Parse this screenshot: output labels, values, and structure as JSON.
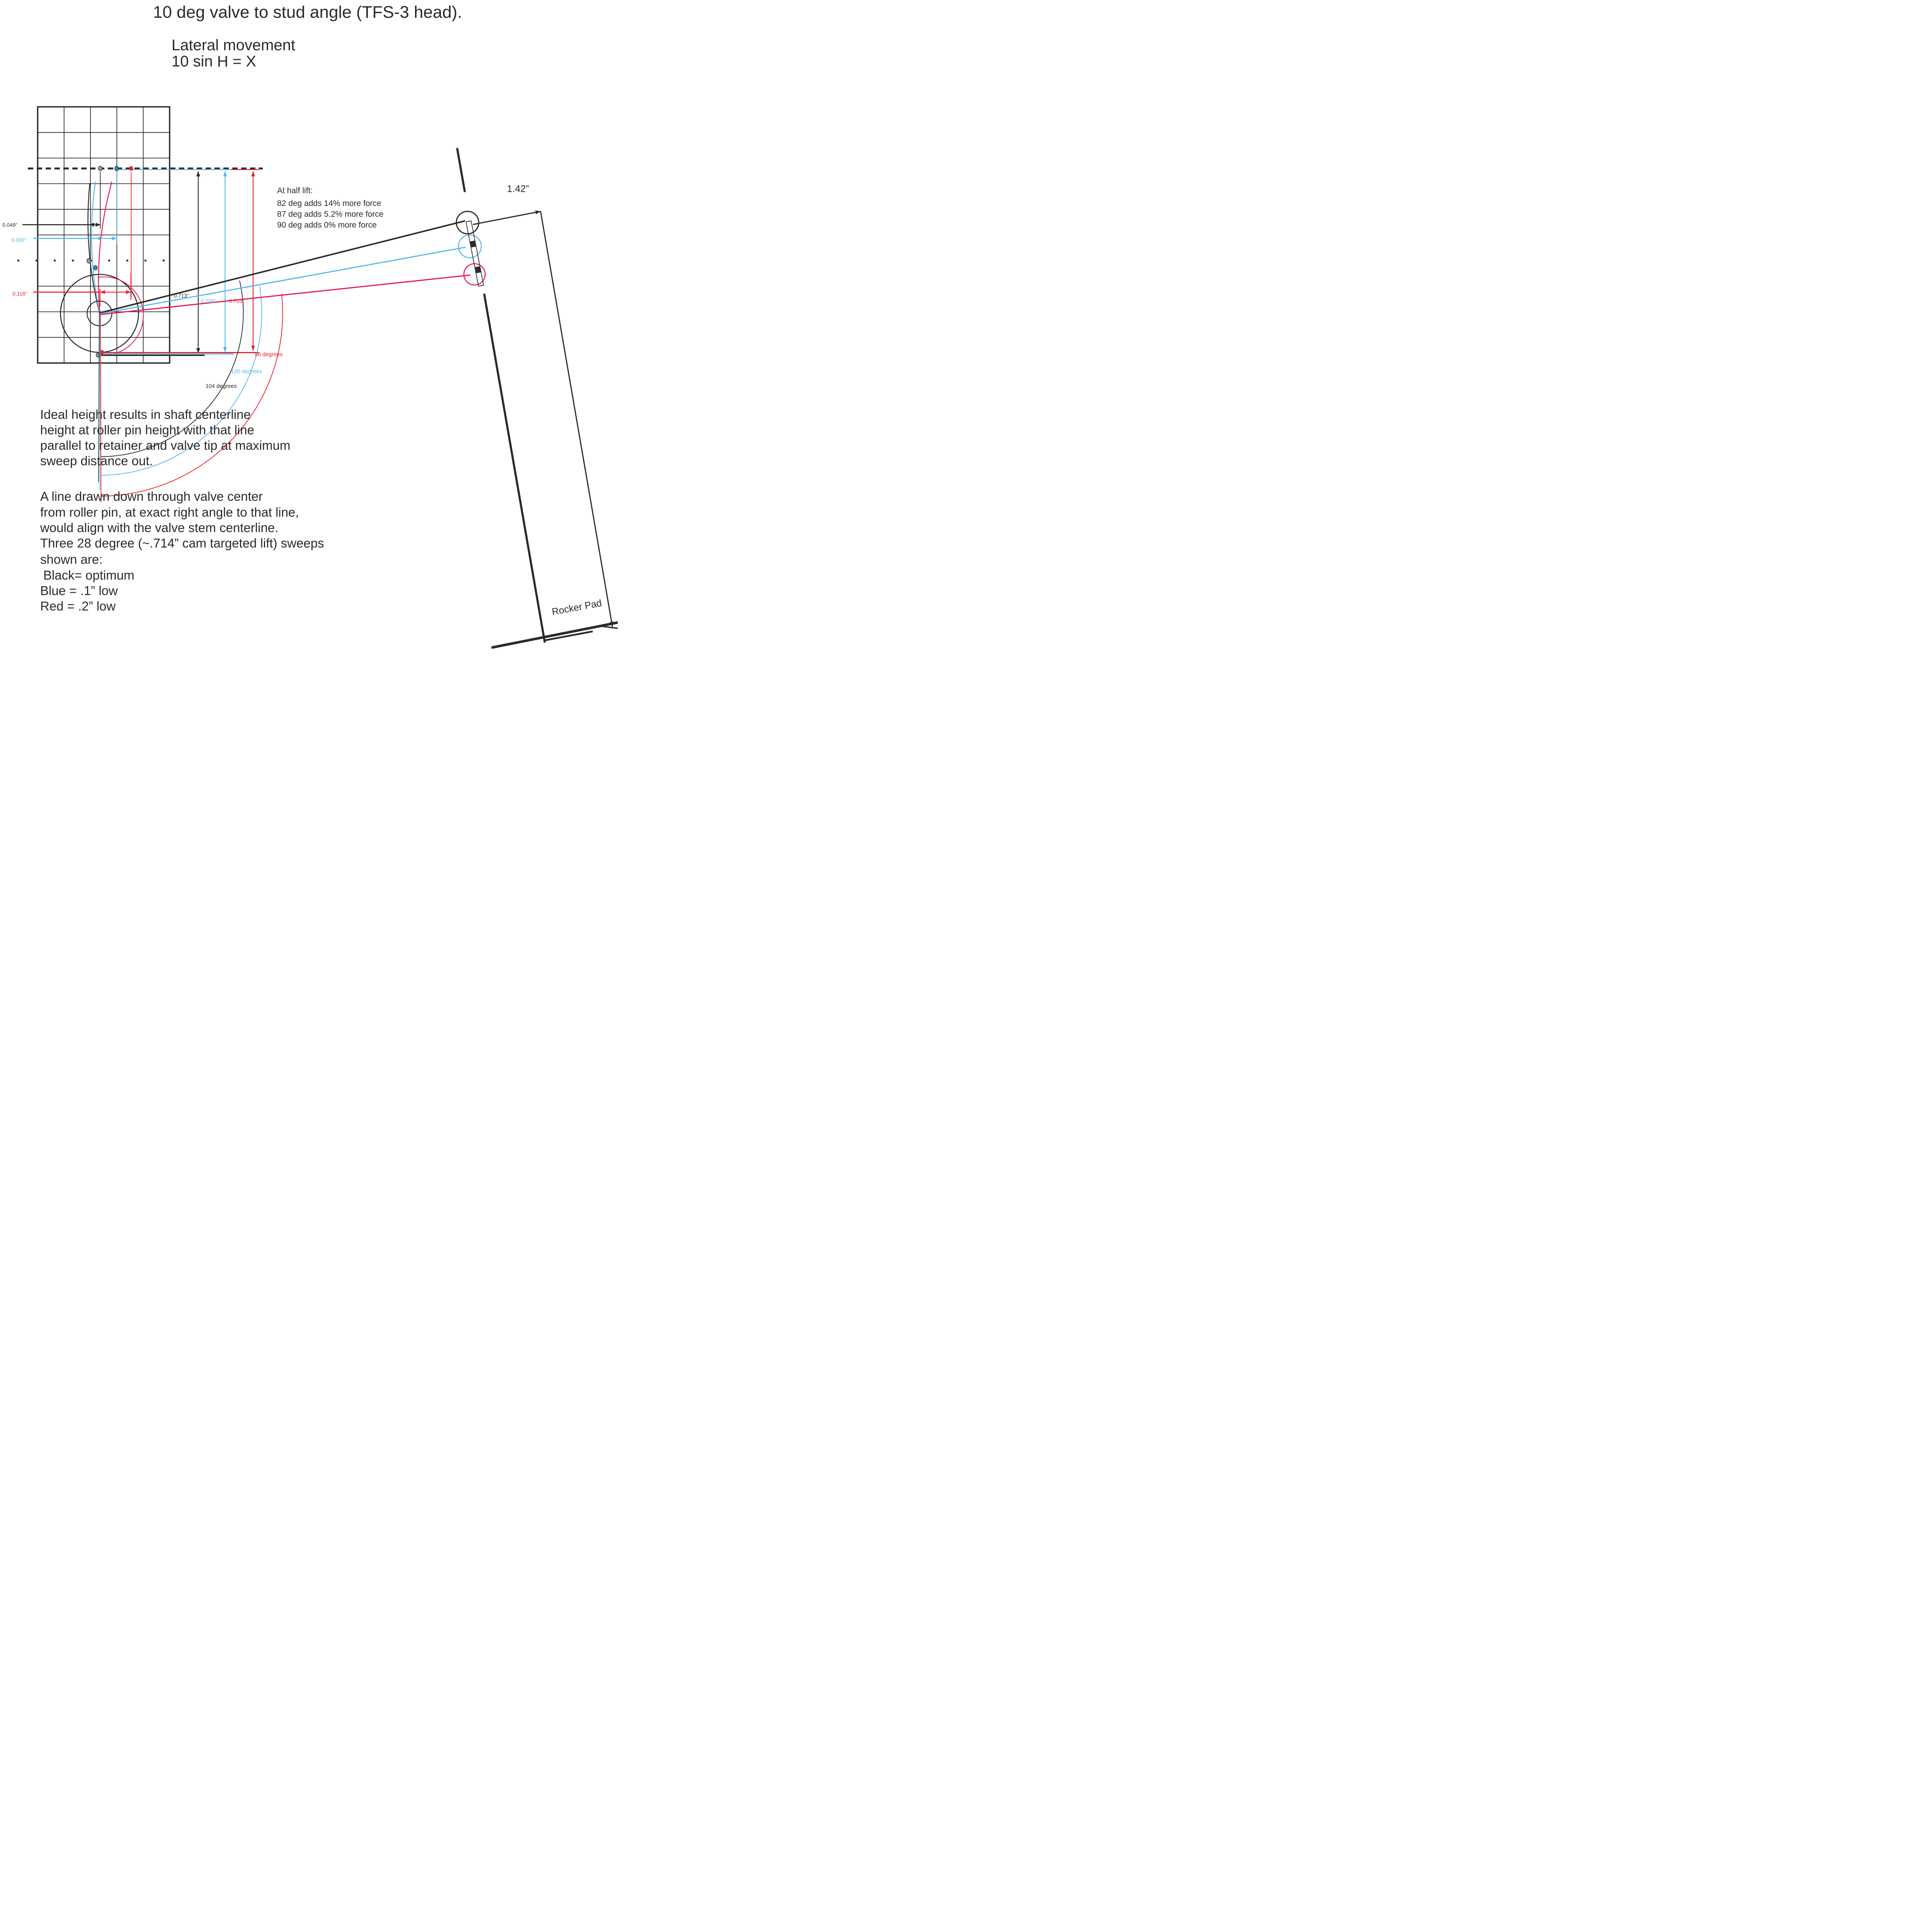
{
  "title": "10 deg valve to stud angle (TFS-3 head).",
  "subtitle": {
    "line1": "Lateral movement",
    "line2": "10 sin H = X"
  },
  "half_lift": {
    "heading": "At half lift:",
    "line1": "82 deg adds 14% more force",
    "line2": "87 deg adds 5.2% more force",
    "line3": "90 deg adds 0% more force"
  },
  "dims": {
    "lateral_black": "0.049\"",
    "lateral_blue": "0.080\"",
    "lateral_red": "0.118\"",
    "lift_black": "0.713\"",
    "lift_blue": "0.709\"",
    "lift_red": "0.703\"",
    "pad_length": "1.42”"
  },
  "sweep_angles": {
    "red": "96 degrees",
    "blue": "100 degrees",
    "black": "104 degrees"
  },
  "para1": {
    "line1": "Ideal height results in shaft centerline",
    "line2": "height at roller pin height with that line",
    "line3": "parallel to retainer and valve tip at maximum",
    "line4": "sweep distance out."
  },
  "para2": {
    "line1": "A line drawn down through valve center",
    "line2": "from roller pin, at exact right angle to that line,",
    "line3": "would align with the valve stem centerline.",
    "line4": "Three 28 degree (~.714” cam targeted lift) sweeps",
    "line5": "shown are:"
  },
  "legend": {
    "black": " Black= optimum",
    "blue": "Blue = .1” low",
    "red": "Red = .2” low"
  },
  "rocker_pad": "Rocker Pad",
  "colors": {
    "black": "#2b2a29",
    "blue": "#58b7e8",
    "red": "#ed2024",
    "crimson": "#e3185a",
    "grey_dot": "#9c9ca0"
  }
}
